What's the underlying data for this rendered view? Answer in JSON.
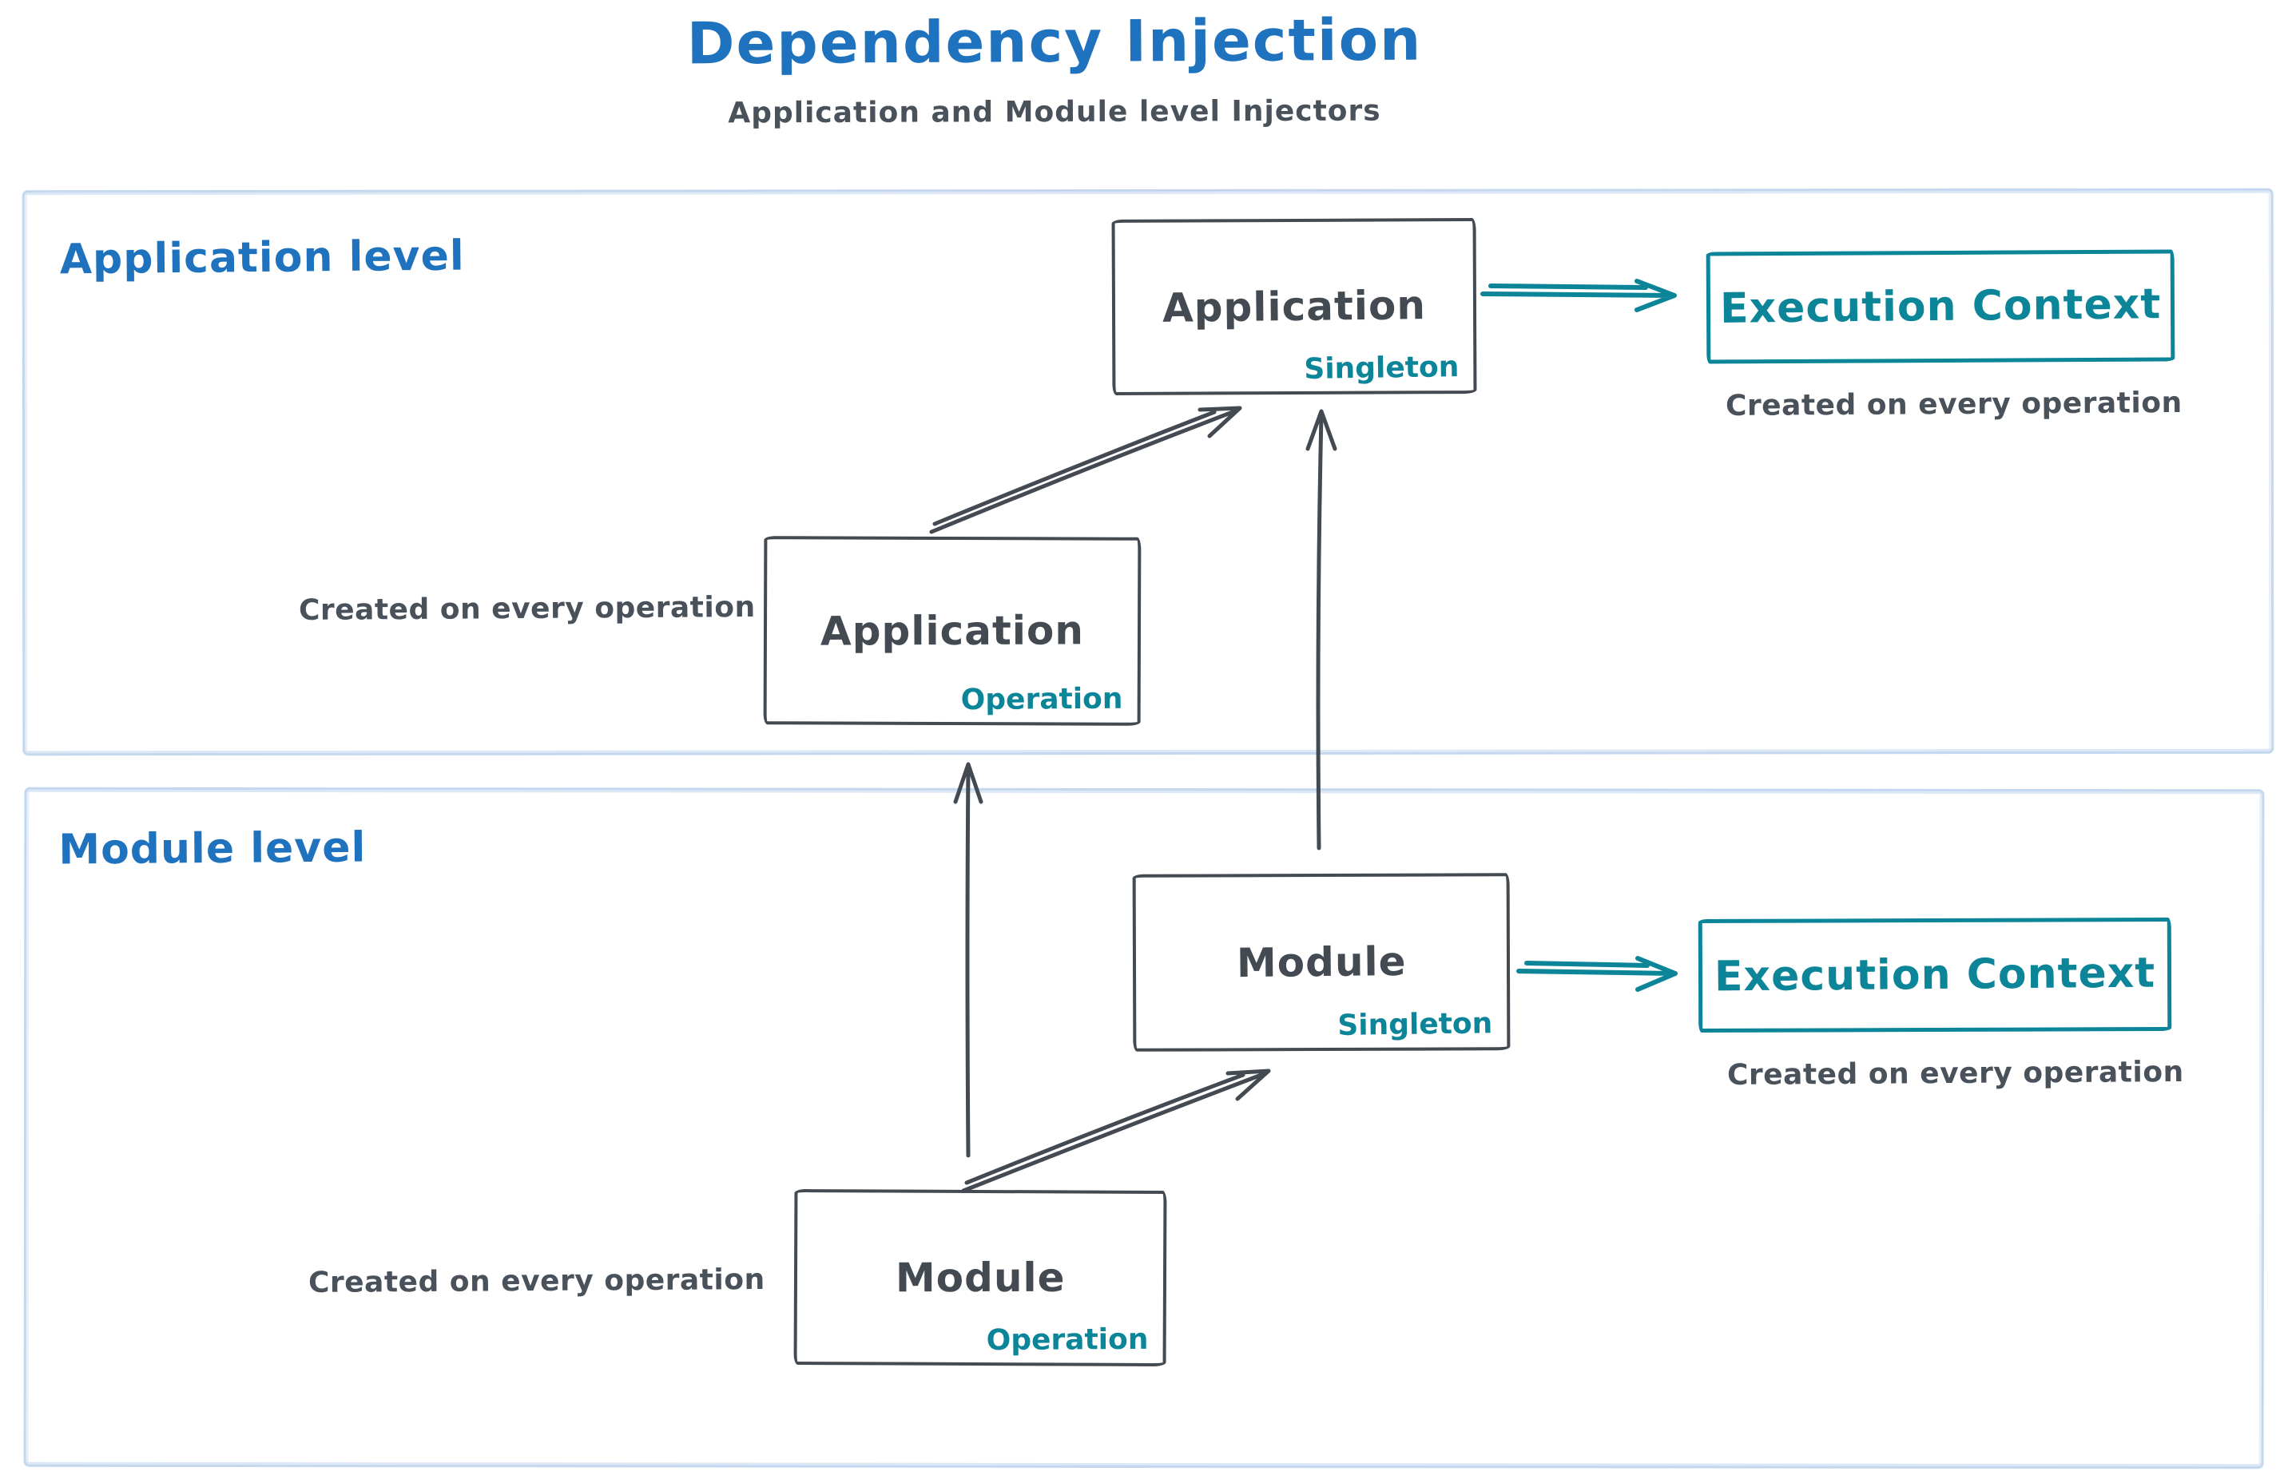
{
  "title": "Dependency Injection",
  "subtitle": "Application and Module level Injectors",
  "colors": {
    "blue": "#1f72bd",
    "dark": "#434a52",
    "teal": "#0c8599",
    "region_border": "#c3d7ee"
  },
  "regions": {
    "application": {
      "label": "Application level",
      "singleton_box": {
        "title": "Application",
        "tag": "Singleton"
      },
      "operation_box": {
        "title": "Application",
        "tag": "Operation"
      },
      "operation_caption": "Created on every operation",
      "execution_box": {
        "title": "Execution Context"
      },
      "execution_caption": "Created on every operation"
    },
    "module": {
      "label": "Module level",
      "singleton_box": {
        "title": "Module",
        "tag": "Singleton"
      },
      "operation_box": {
        "title": "Module",
        "tag": "Operation"
      },
      "operation_caption": "Created on every operation",
      "execution_box": {
        "title": "Execution Context"
      },
      "execution_caption": "Created on every operation"
    }
  }
}
